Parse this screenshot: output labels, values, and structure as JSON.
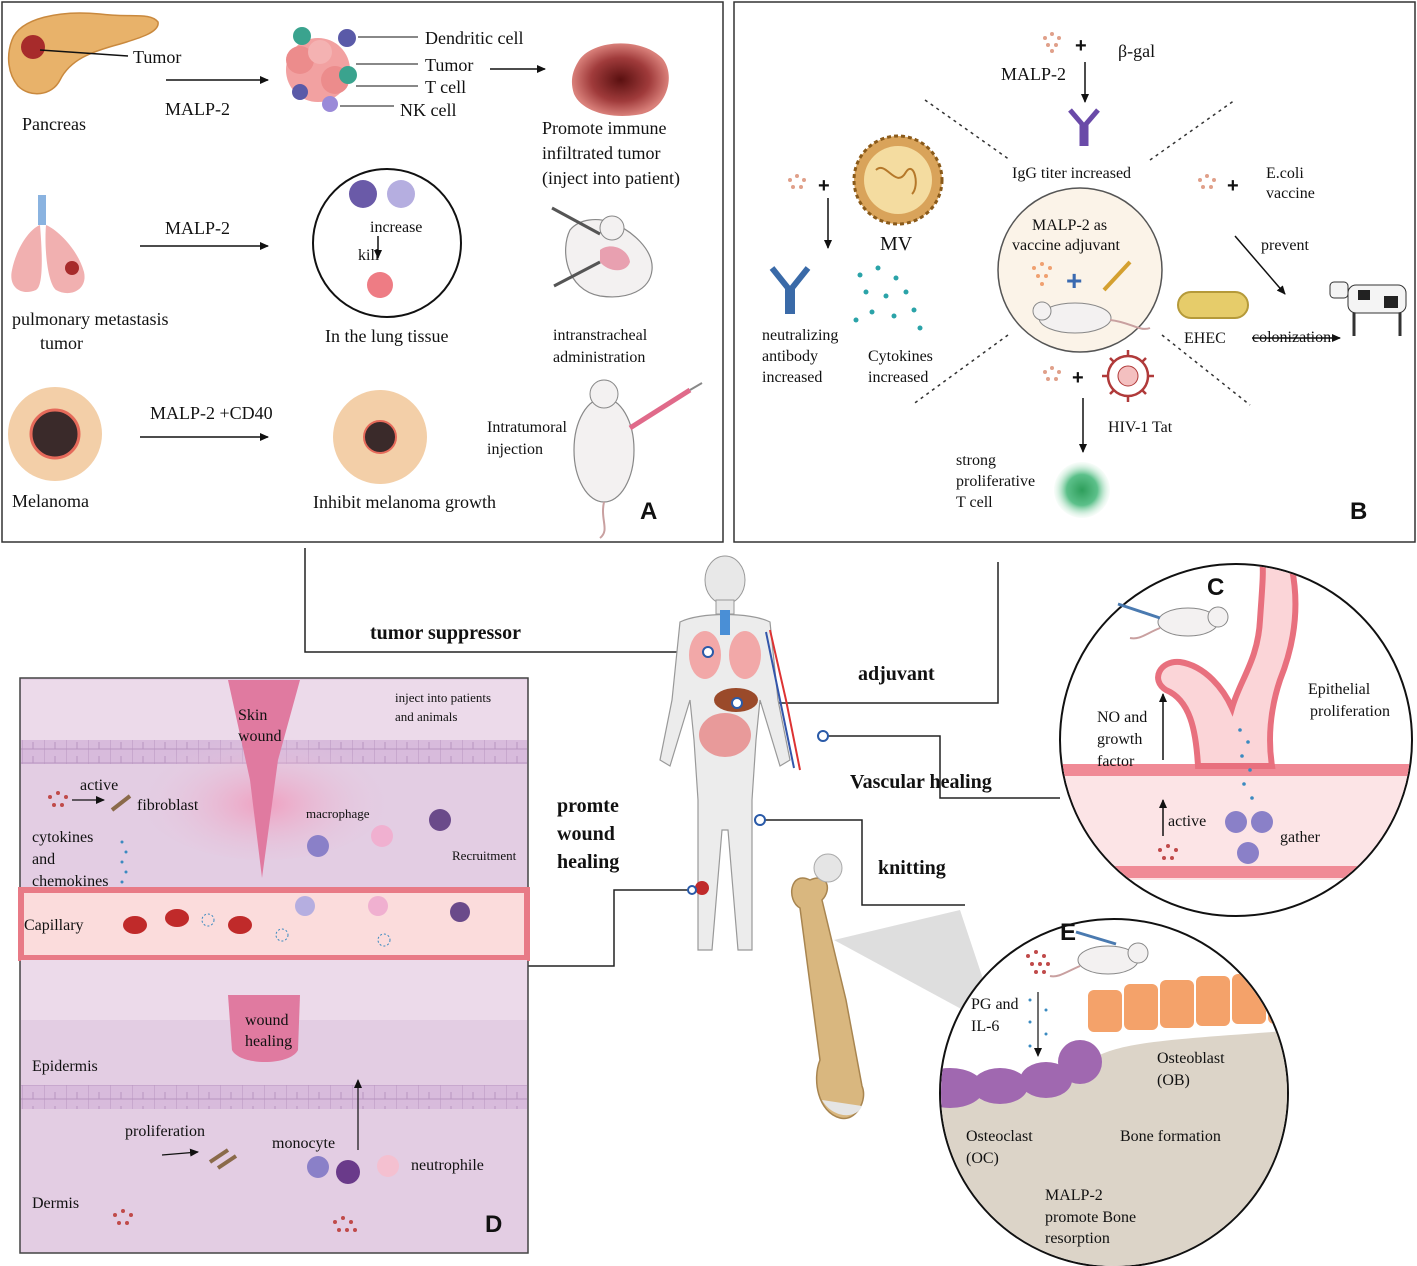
{
  "panel_a": {
    "letter": "A",
    "tumor_label": "Tumor",
    "pancreas": "Pancreas",
    "malp2_1": "MALP-2",
    "dendritic": "Dendritic cell",
    "tumor2": "Tumor",
    "tcell": "T cell",
    "nkcell": "NK cell",
    "promote_l1": "Promote  immune",
    "promote_l2": "infiltrated tumor",
    "promote_l3": "(inject into patient)",
    "pulm_l1": "pulmonary metastasis",
    "pulm_l2": "tumor",
    "malp2_2": "MALP-2",
    "increase": "increase",
    "kill": "kill",
    "lung_tissue": "In the lung tissue",
    "intra_l1": "intranstracheal",
    "intra_l2": "administration",
    "malp2_cd40": "MALP-2 +CD40",
    "melanoma": "Melanoma",
    "inhibit": "Inhibit melanoma growth",
    "intratum_l1": "Intratumoral",
    "intratum_l2": "injection"
  },
  "panel_b": {
    "letter": "B",
    "plus": "+",
    "bgal": "β-gal",
    "malp2": "MALP-2",
    "igg": "IgG titer increased",
    "mv": "MV",
    "neut_l1": "neutralizing",
    "neut_l2": "antibody",
    "neut_l3": "increased",
    "cyto_l1": "Cytokines",
    "cyto_l2": "increased",
    "center_l1": "MALP-2 as",
    "center_l2": "vaccine adjuvant",
    "ecoli_l1": "E.coli",
    "ecoli_l2": "vaccine",
    "prevent": "prevent",
    "ehec": "EHEC",
    "colonization": "colonization",
    "hiv": "HIV-1 Tat",
    "strong_l1": "strong",
    "strong_l2": "proliferative",
    "strong_l3": "T cell"
  },
  "center": {
    "tumor_suppressor": "tumor suppressor",
    "adjuvant": "adjuvant",
    "vascular": "Vascular healing",
    "knitting": "knitting",
    "promte_l1": "promte",
    "promte_l2": "wound",
    "promte_l3": "healing"
  },
  "panel_c": {
    "letter": "C",
    "epi_l1": "Epithelial",
    "epi_l2": "proliferation",
    "no_l1": "NO and",
    "no_l2": "growth",
    "no_l3": "factor",
    "active": "active",
    "gather": "gather"
  },
  "panel_d": {
    "letter": "D",
    "skin_l1": "Skin",
    "skin_l2": "wound",
    "inject_l1": "inject into patients",
    "inject_l2": "and animals",
    "active": "active",
    "fibroblast": "fibroblast",
    "macrophage": "macrophage",
    "recruitment": "Recruitment",
    "cyto_l1": "cytokines",
    "cyto_l2": "and",
    "cyto_l3": "chemokines",
    "capillary": "Capillary",
    "wh_l1": "wound",
    "wh_l2": "healing",
    "epidermis": "Epidermis",
    "proliferation": "proliferation",
    "monocyte": "monocyte",
    "neutrophile": "neutrophile",
    "dermis": "Dermis"
  },
  "panel_e": {
    "letter": "E",
    "pg_l1": "PG and",
    "pg_l2": "IL-6",
    "ob_l1": "Osteoblast",
    "ob_l2": "(OB)",
    "oc_l1": "Osteoclast",
    "oc_l2": "(OC)",
    "bone_formation": "Bone formation",
    "m_l1": "MALP-2",
    "m_l2": "promote Bone",
    "m_l3": "resorption"
  },
  "colors": {
    "tissue_purple": "#e3cde3",
    "wound_pink": "#e07aa0",
    "vessel_red": "#e86b78",
    "bone_tan": "#d9b77f",
    "osteoclast": "#a068b0",
    "osteoblast": "#f4a26a",
    "cell_violet": "#8a80c8"
  }
}
